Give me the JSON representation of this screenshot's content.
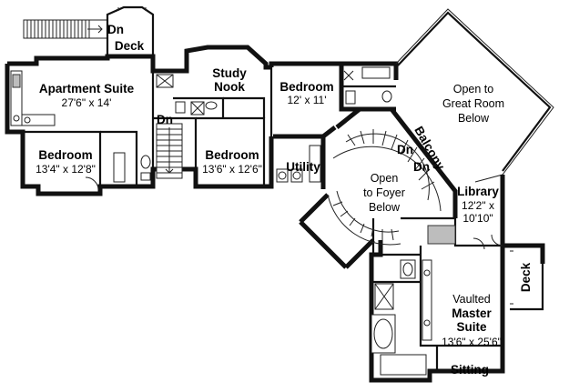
{
  "labels": {
    "dn_top": "Dn",
    "deck_top": "Deck",
    "apartment_name": "Apartment Suite",
    "apartment_dim": "27'6\" x 14'",
    "study_l1": "Study",
    "study_l2": "Nook",
    "bedroom_top_name": "Bedroom",
    "bedroom_top_dim": "12' x 11'",
    "great_l1": "Open to",
    "great_l2": "Great Room",
    "great_l3": "Below",
    "dn_stair": "Dn",
    "bedroom_left_name": "Bedroom",
    "bedroom_left_dim": "13'4\" x 12'8\"",
    "bedroom_mid_name": "Bedroom",
    "bedroom_mid_dim": "13'6\" x 12'6\"",
    "utility": "Utility",
    "balcony": "Balcony",
    "dn_curve1": "Dn",
    "dn_curve2": "Dn",
    "foyer_l1": "Open",
    "foyer_l2": "to Foyer",
    "foyer_l3": "Below",
    "library_name": "Library",
    "library_dim1": "12'2\" x",
    "library_dim2": "10'10\"",
    "deck_right": "Deck",
    "master_l1": "Vaulted",
    "master_l2": "Master",
    "master_l3": "Suite",
    "master_dim": "13'6\" x 25'6\"",
    "sitting": "Sitting"
  }
}
